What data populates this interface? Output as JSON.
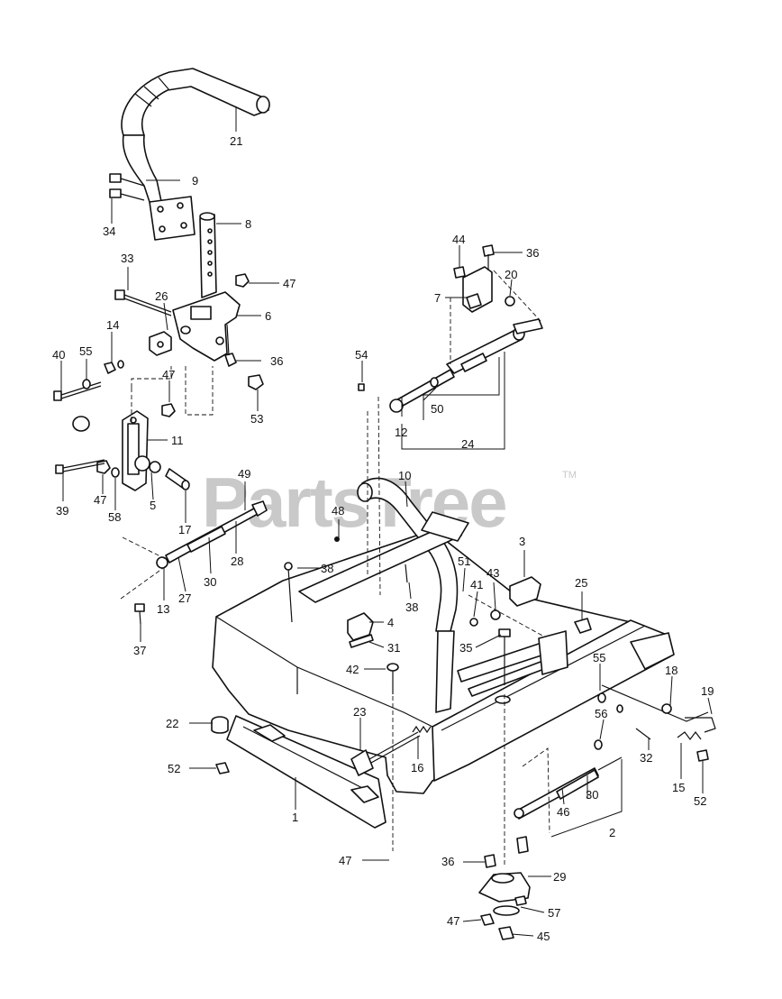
{
  "watermark": {
    "text": "PartsTree",
    "tm": "TM"
  },
  "callouts": [
    {
      "id": "c21",
      "label": "21"
    },
    {
      "id": "c9",
      "label": "9"
    },
    {
      "id": "c34",
      "label": "34"
    },
    {
      "id": "c8",
      "label": "8"
    },
    {
      "id": "c33",
      "label": "33"
    },
    {
      "id": "c26",
      "label": "26"
    },
    {
      "id": "c47a",
      "label": "47"
    },
    {
      "id": "c6",
      "label": "6"
    },
    {
      "id": "c14",
      "label": "14"
    },
    {
      "id": "c40",
      "label": "40"
    },
    {
      "id": "c55a",
      "label": "55"
    },
    {
      "id": "c36a",
      "label": "36"
    },
    {
      "id": "c53",
      "label": "53"
    },
    {
      "id": "c47b",
      "label": "47"
    },
    {
      "id": "c11",
      "label": "11"
    },
    {
      "id": "c39",
      "label": "39"
    },
    {
      "id": "c47c",
      "label": "47"
    },
    {
      "id": "c58",
      "label": "58"
    },
    {
      "id": "c5",
      "label": "5"
    },
    {
      "id": "c17",
      "label": "17"
    },
    {
      "id": "c49",
      "label": "49"
    },
    {
      "id": "c28",
      "label": "28"
    },
    {
      "id": "c30a",
      "label": "30"
    },
    {
      "id": "c27",
      "label": "27"
    },
    {
      "id": "c13",
      "label": "13"
    },
    {
      "id": "c37",
      "label": "37"
    },
    {
      "id": "c44",
      "label": "44"
    },
    {
      "id": "c36b",
      "label": "36"
    },
    {
      "id": "c7",
      "label": "7"
    },
    {
      "id": "c20",
      "label": "20"
    },
    {
      "id": "c54",
      "label": "54"
    },
    {
      "id": "c50",
      "label": "50"
    },
    {
      "id": "c12",
      "label": "12"
    },
    {
      "id": "c24",
      "label": "24"
    },
    {
      "id": "c10",
      "label": "10"
    },
    {
      "id": "c48",
      "label": "48"
    },
    {
      "id": "c38a",
      "label": "38"
    },
    {
      "id": "c38b",
      "label": "38"
    },
    {
      "id": "c3",
      "label": "3"
    },
    {
      "id": "c51",
      "label": "51"
    },
    {
      "id": "c43",
      "label": "43"
    },
    {
      "id": "c41",
      "label": "41"
    },
    {
      "id": "c25",
      "label": "25"
    },
    {
      "id": "c4",
      "label": "4"
    },
    {
      "id": "c31",
      "label": "31"
    },
    {
      "id": "c35",
      "label": "35"
    },
    {
      "id": "c42",
      "label": "42"
    },
    {
      "id": "c55b",
      "label": "55"
    },
    {
      "id": "c18",
      "label": "18"
    },
    {
      "id": "c19",
      "label": "19"
    },
    {
      "id": "c22",
      "label": "22"
    },
    {
      "id": "c23",
      "label": "23"
    },
    {
      "id": "c56",
      "label": "56"
    },
    {
      "id": "c52a",
      "label": "52"
    },
    {
      "id": "c16",
      "label": "16"
    },
    {
      "id": "c32",
      "label": "32"
    },
    {
      "id": "c15",
      "label": "15"
    },
    {
      "id": "c52b",
      "label": "52"
    },
    {
      "id": "c1",
      "label": "1"
    },
    {
      "id": "c30b",
      "label": "30"
    },
    {
      "id": "c46",
      "label": "46"
    },
    {
      "id": "c2",
      "label": "2"
    },
    {
      "id": "c47d",
      "label": "47"
    },
    {
      "id": "c36c",
      "label": "36"
    },
    {
      "id": "c29",
      "label": "29"
    },
    {
      "id": "c57",
      "label": "57"
    },
    {
      "id": "c47e",
      "label": "47"
    },
    {
      "id": "c45",
      "label": "45"
    }
  ]
}
